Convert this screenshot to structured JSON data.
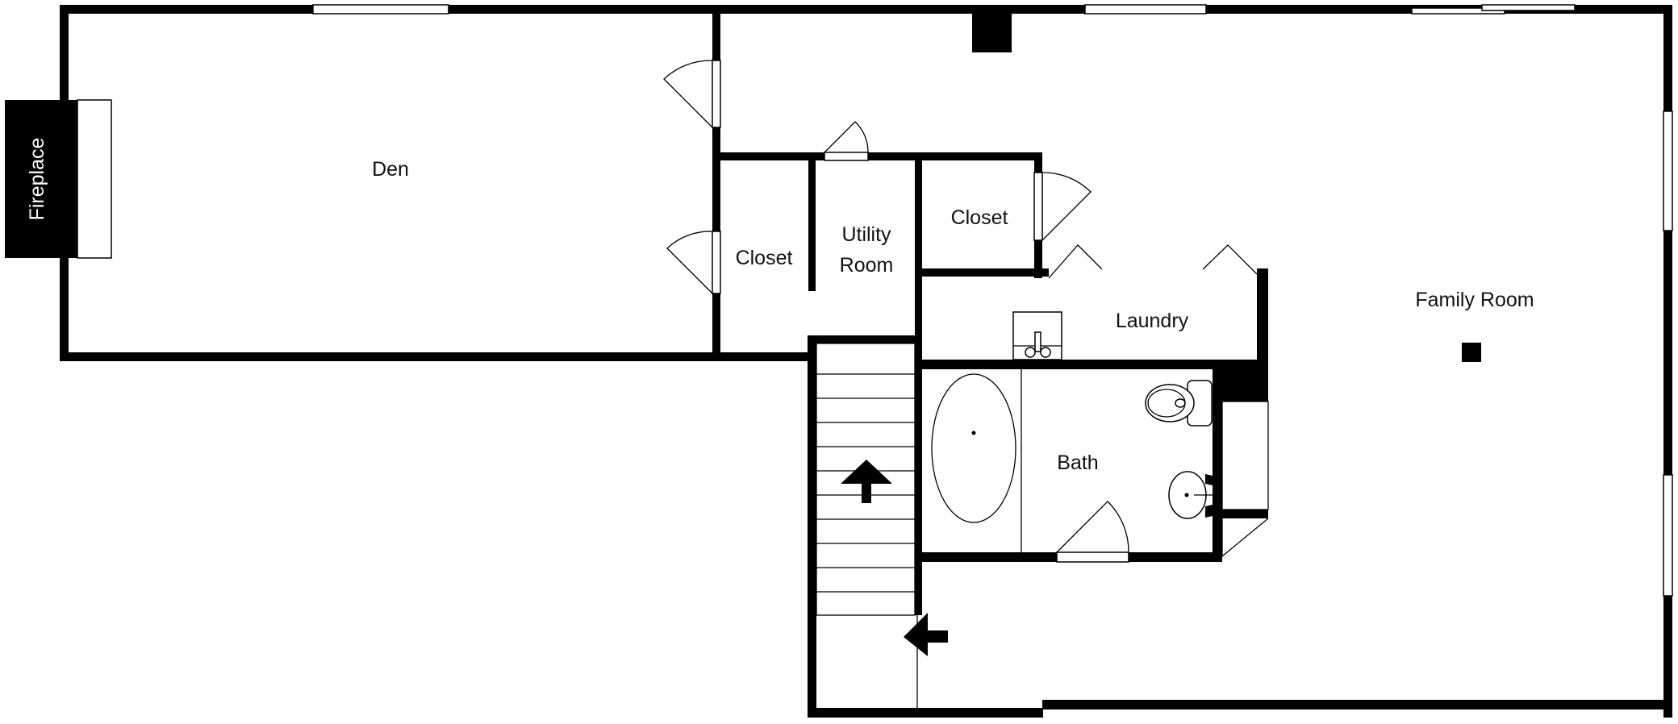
{
  "rooms": {
    "den": "Den",
    "fireplace": "Fireplace",
    "closet_left": "Closet",
    "utility_line1": "Utility",
    "utility_line2": "Room",
    "closet_right": "Closet",
    "laundry": "Laundry",
    "bath": "Bath",
    "family_room": "Family Room"
  },
  "icons": {
    "stair_direction": "arrow-up-icon",
    "entry_direction": "arrow-left-icon"
  },
  "colors": {
    "wall": "#000000",
    "background": "#ffffff"
  }
}
